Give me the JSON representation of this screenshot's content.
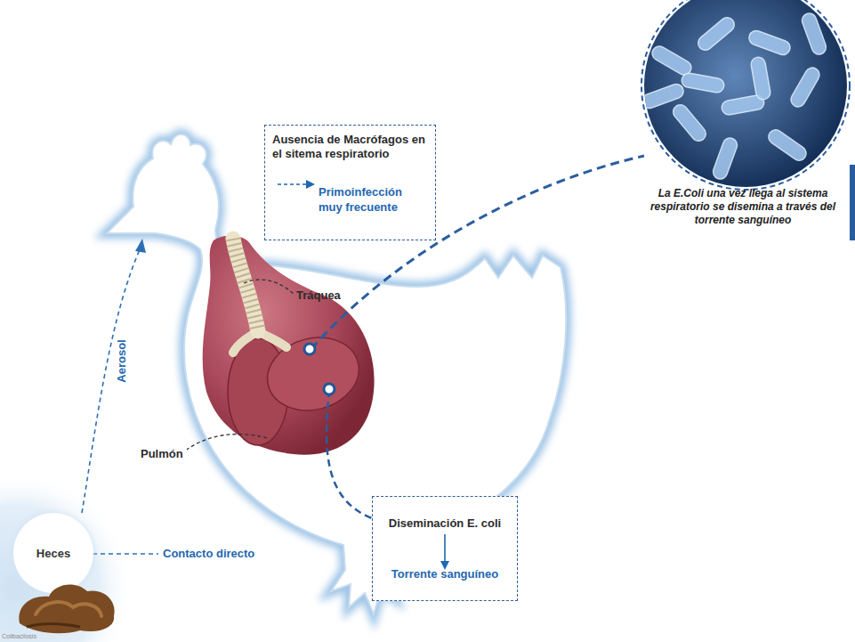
{
  "diagram": {
    "nodes": [
      {
        "text": [
          "Ausencia de Macrófagos en el sitema respiratorio",
          "Primoinfección muy frecuente"
        ]
      },
      {
        "text": [
          "La E.Coli una vez llega al sistema respiratorio se disemina a través del torrente sanguíneo"
        ]
      },
      {
        "text": [
          "Diseminación E. coli",
          "Torrente sanguíneo"
        ]
      },
      {
        "text": [
          "Heces"
        ]
      }
    ],
    "labels": [
      "Tráquea",
      "Pulmón",
      "Aerosol",
      "Contacto directo",
      "Colibacilosis"
    ]
  }
}
